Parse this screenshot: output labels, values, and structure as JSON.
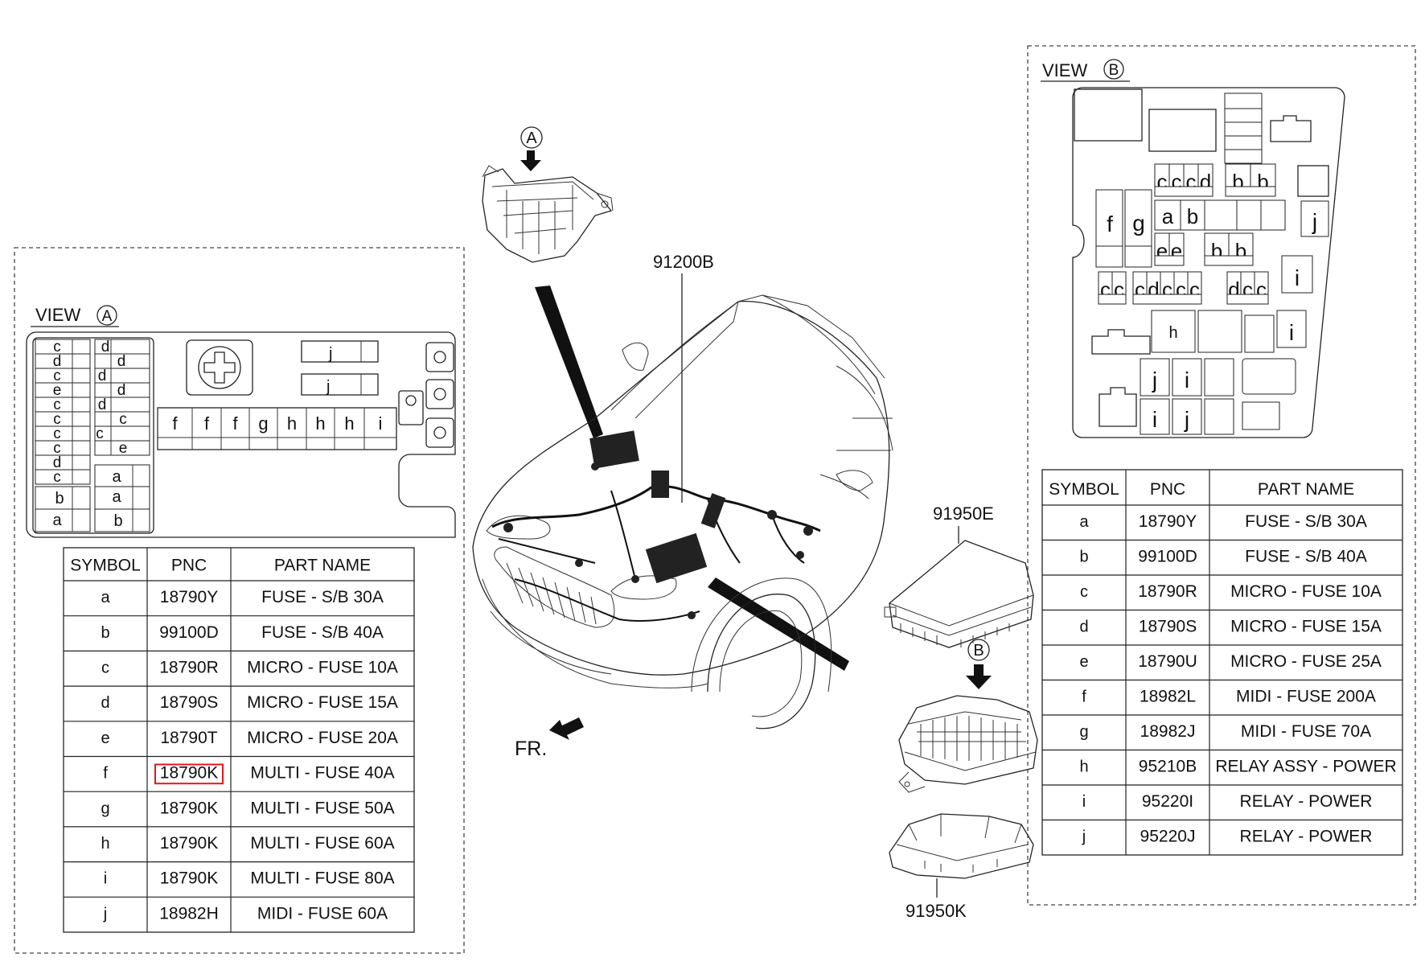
{
  "view_a": {
    "label": "VIEW",
    "circle": "A",
    "fuse_col1": [
      "c",
      "d",
      "c",
      "e",
      "c",
      "c",
      "c",
      "c",
      "d",
      "c"
    ],
    "fuse_col2": [
      "d",
      "d",
      "d",
      "d",
      "d",
      "c",
      "c",
      "e"
    ],
    "row_labels": [
      "f",
      "f",
      "f",
      "g",
      "h",
      "h",
      "h",
      "i"
    ],
    "relay_labels": [
      "j",
      "j"
    ],
    "bottom_left": [
      "b",
      "a"
    ],
    "bottom_right": [
      "a",
      "a",
      "b"
    ]
  },
  "view_b": {
    "label": "VIEW",
    "circle": "B",
    "row1": [
      "c",
      "c",
      "c",
      "d",
      "b",
      "b"
    ],
    "row2": [
      "a",
      "b"
    ],
    "fg": [
      "f",
      "g"
    ],
    "row3": [
      "e",
      "e",
      "b",
      "b"
    ],
    "row4": [
      "c",
      "c",
      "c",
      "d",
      "c",
      "c",
      "c",
      "d",
      "c",
      "c"
    ],
    "relays_j": [
      "j",
      "j",
      "j"
    ],
    "relays_i": [
      "i",
      "i",
      "i",
      "i"
    ],
    "h": "h"
  },
  "callouts": {
    "arrow_a": "A",
    "arrow_b": "B",
    "main_harness": "91200B",
    "cover": "91950E",
    "lower_case": "91950K",
    "front": "FR."
  },
  "table_a": {
    "headers": [
      "SYMBOL",
      "PNC",
      "PART NAME"
    ],
    "rows": [
      [
        "a",
        "18790Y",
        "FUSE - S/B 30A"
      ],
      [
        "b",
        "99100D",
        "FUSE - S/B 40A"
      ],
      [
        "c",
        "18790R",
        "MICRO - FUSE 10A"
      ],
      [
        "d",
        "18790S",
        "MICRO - FUSE 15A"
      ],
      [
        "e",
        "18790T",
        "MICRO - FUSE 20A"
      ],
      [
        "f",
        "18790K",
        "MULTI - FUSE 40A"
      ],
      [
        "g",
        "18790K",
        "MULTI - FUSE 50A"
      ],
      [
        "h",
        "18790K",
        "MULTI - FUSE 60A"
      ],
      [
        "i",
        "18790K",
        "MULTI - FUSE 80A"
      ],
      [
        "j",
        "18982H",
        "MIDI - FUSE 60A"
      ]
    ],
    "highlight_color": "#e01818"
  },
  "table_b": {
    "headers": [
      "SYMBOL",
      "PNC",
      "PART NAME"
    ],
    "rows": [
      [
        "a",
        "18790Y",
        "FUSE - S/B 30A"
      ],
      [
        "b",
        "99100D",
        "FUSE - S/B 40A"
      ],
      [
        "c",
        "18790R",
        "MICRO - FUSE 10A"
      ],
      [
        "d",
        "18790S",
        "MICRO - FUSE 15A"
      ],
      [
        "e",
        "18790U",
        "MICRO - FUSE 25A"
      ],
      [
        "f",
        "18982L",
        "MIDI - FUSE 200A"
      ],
      [
        "g",
        "18982J",
        "MIDI - FUSE 70A"
      ],
      [
        "h",
        "95210B",
        "RELAY ASSY - POWER"
      ],
      [
        "i",
        "95220I",
        "RELAY - POWER"
      ],
      [
        "j",
        "95220J",
        "RELAY - POWER"
      ]
    ]
  }
}
